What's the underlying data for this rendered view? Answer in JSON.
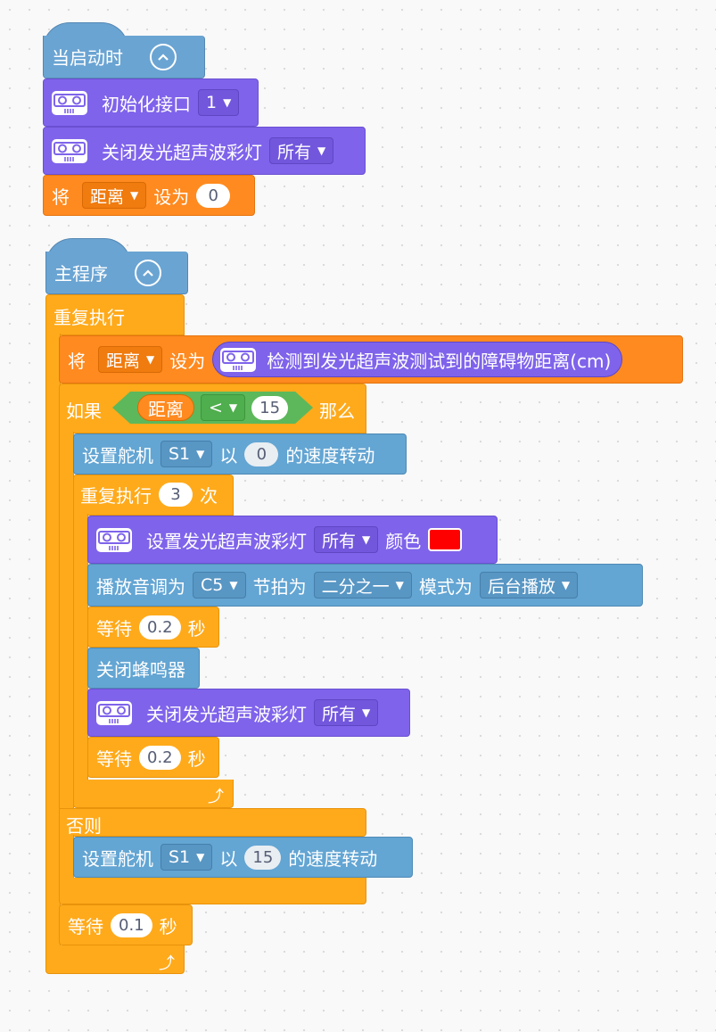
{
  "start_event": {
    "label": "当启动时",
    "init": {
      "label": "初始化接口",
      "port": "1"
    },
    "light_off": {
      "label": "关闭发光超声波彩灯",
      "target": "所有"
    },
    "set_var": {
      "set": "将",
      "var": "距离",
      "to": "设为",
      "value": "0"
    }
  },
  "main": {
    "label": "主程序",
    "forever_label": "重复执行",
    "set_distance": {
      "set": "将",
      "var": "距离",
      "to": "设为",
      "sensor_label": "检测到发光超声波测试到的障碍物距离(cm)"
    },
    "if_block": {
      "if_label": "如果",
      "var": "距离",
      "op": "<",
      "value": "15",
      "then_label": "那么",
      "servo1": {
        "label": "设置舵机",
        "servo": "S1",
        "with": "以",
        "speed": "0",
        "suffix": "的速度转动"
      },
      "repeat": {
        "label": "重复执行",
        "count": "3",
        "times": "次",
        "set_color": {
          "label": "设置发光超声波彩灯",
          "target": "所有",
          "color_label": "颜色",
          "color": "#ff0000"
        },
        "play_tone": {
          "label": "播放音调为",
          "note": "C5",
          "beat_label": "节拍为",
          "beat": "二分之一",
          "mode_label": "模式为",
          "mode": "后台播放"
        },
        "wait1": {
          "label": "等待",
          "value": "0.2",
          "unit": "秒"
        },
        "buzzer_off": {
          "label": "关闭蜂鸣器"
        },
        "light_off": {
          "label": "关闭发光超声波彩灯",
          "target": "所有"
        },
        "wait2": {
          "label": "等待",
          "value": "0.2",
          "unit": "秒"
        }
      },
      "else_label": "否则",
      "servo2": {
        "label": "设置舵机",
        "servo": "S1",
        "with": "以",
        "speed": "15",
        "suffix": "的速度转动"
      }
    },
    "wait": {
      "label": "等待",
      "value": "0.1",
      "unit": "秒"
    }
  }
}
